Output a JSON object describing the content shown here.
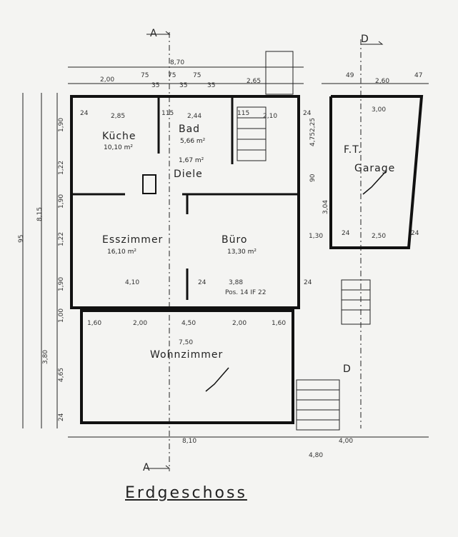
{
  "plan": {
    "title": "Erdgeschoss",
    "rooms": {
      "kueche": {
        "name": "Küche",
        "area": "10,10 m²"
      },
      "bad": {
        "name": "Bad",
        "area": "5,66 m²"
      },
      "wc": {
        "area": "1,67 m²"
      },
      "diele": {
        "name": "Diele"
      },
      "garage": {
        "name": "Garage",
        "note": "F.T."
      },
      "esszimmer": {
        "name": "Esszimmer",
        "area": "16,10 m²"
      },
      "buero": {
        "name": "Büro",
        "area": "13,30 m²"
      },
      "wohnzimmer": {
        "name": "Wohnzimmer"
      }
    },
    "section_marks": {
      "a_top": "A",
      "a_bottom": "A",
      "d_top": "D",
      "d_side": "D"
    },
    "note_pos": "Pos. 14 IF 22",
    "dimensions": {
      "top_total": "8,70",
      "top_row": [
        "2,00",
        "75",
        "35",
        "75",
        "35",
        "75",
        "35",
        "2,65"
      ],
      "room_row": [
        "24",
        "2,85",
        "115",
        "2,44",
        "115",
        "2,10",
        "24"
      ],
      "garage_top": [
        "49",
        "2,60",
        "47"
      ],
      "garage_inner": "3,00",
      "garage_bottom": [
        "1,30",
        "24",
        "2,50",
        "24"
      ],
      "mid_row": [
        "4,10",
        "24",
        "3,88",
        "24"
      ],
      "wz_row": [
        "1,60",
        "2,00",
        "4,50",
        "2,00",
        "1,60"
      ],
      "wz_inner": "7,50",
      "bottom_total": "8,10",
      "bottom_right": [
        "4,00",
        "4,80"
      ],
      "left_total": "8,15",
      "left_outer": "95",
      "left_stack": [
        "1,90",
        "1,22",
        "1,90",
        "1,22",
        "1,90",
        "1,00"
      ],
      "left_lower": [
        "3,80",
        "4,65",
        "24"
      ],
      "right_garage": [
        "2,25",
        "4,75",
        "3,04",
        "90"
      ]
    }
  }
}
